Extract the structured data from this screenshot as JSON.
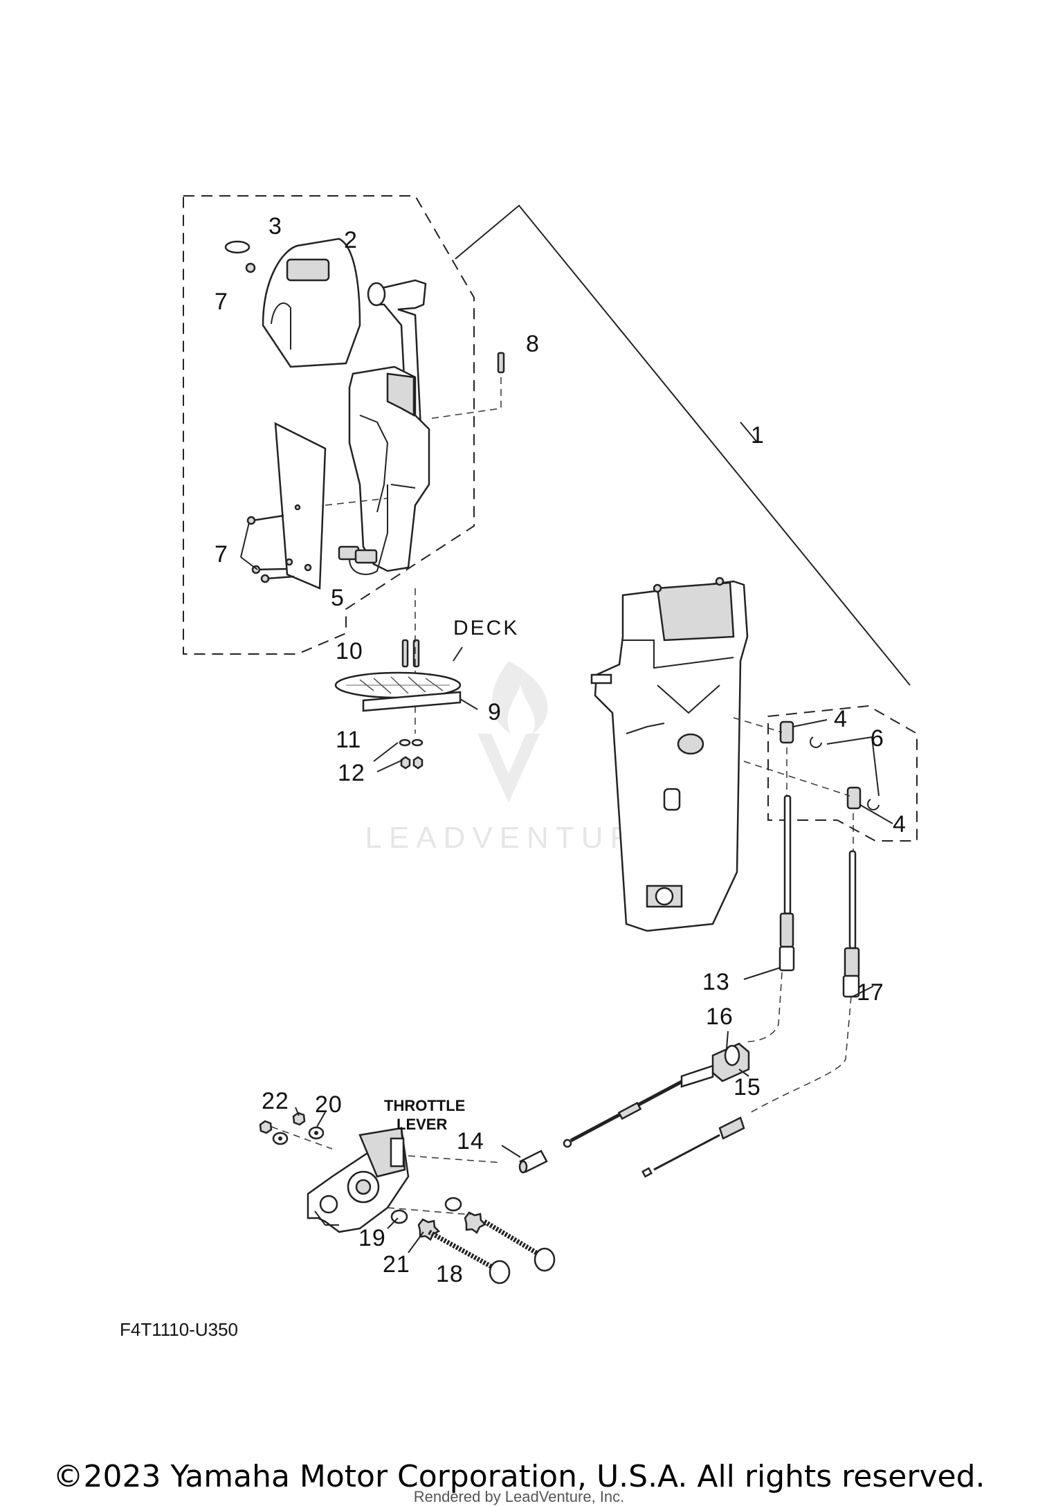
{
  "diagram": {
    "diagram_code": "F4T1110-U350",
    "deck_label": "DECK",
    "throttle_lever_label": [
      "THROTTLE",
      "LEVER"
    ],
    "callouts": {
      "c1": "1",
      "c2": "2",
      "c3": "3",
      "c4a": "4",
      "c4b": "4",
      "c5": "5",
      "c6": "6",
      "c7a": "7",
      "c7b": "7",
      "c8": "8",
      "c9": "9",
      "c10": "10",
      "c11": "11",
      "c12": "12",
      "c13": "13",
      "c14": "14",
      "c15": "15",
      "c16": "16",
      "c17": "17",
      "c18": "18",
      "c19": "19",
      "c20": "20",
      "c21": "21",
      "c22": "22"
    }
  },
  "watermark": {
    "brand": "LEADVENTURE"
  },
  "footer": {
    "copyright": "©2023 Yamaha Motor Corporation, U.S.A. All rights reserved.",
    "rendered_by": "Rendered by LeadVenture, Inc."
  }
}
